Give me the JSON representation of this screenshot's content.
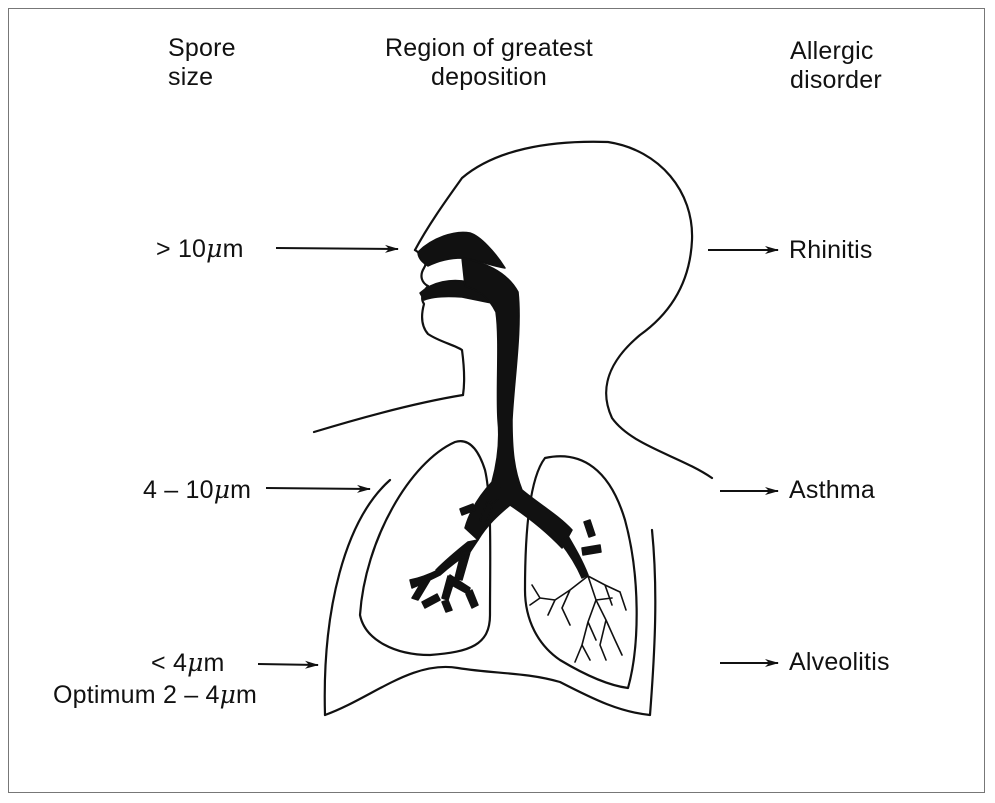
{
  "headers": {
    "spore_size": [
      "Spore",
      "size"
    ],
    "region": [
      "Region of greatest",
      "deposition"
    ],
    "disorder": [
      "Allergic",
      "disorder"
    ]
  },
  "spore_sizes": {
    "large_prefix": "> 10",
    "large_unit": "m",
    "medium_prefix": "4 – 10",
    "medium_unit": "m",
    "small_prefix": "< 4",
    "small_unit": "m",
    "optimum_prefix": "Optimum 2 – 4",
    "optimum_unit": "m",
    "mu_symbol": "μ"
  },
  "disorders": {
    "rhinitis": "Rhinitis",
    "asthma": "Asthma",
    "alveolitis": "Alveolitis"
  }
}
